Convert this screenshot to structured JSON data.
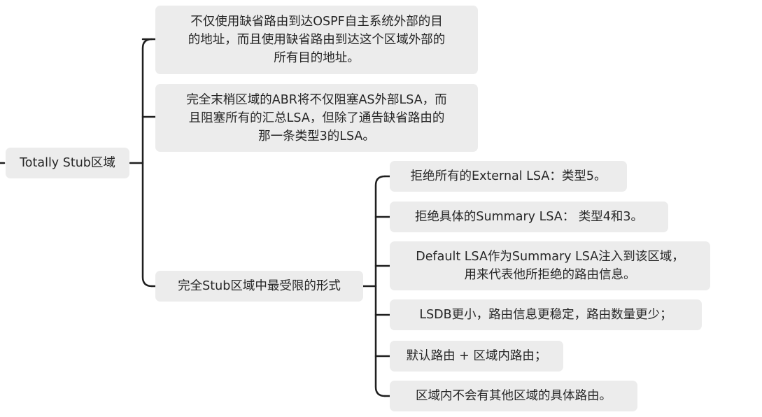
{
  "root": {
    "label": "Totally Stub区域"
  },
  "branches": [
    {
      "lines": [
        "不仅使用缺省路由到达OSPF自主系统外部的目",
        "的地址，而且使用缺省路由到达这个区域外部的",
        "所有目的地址。"
      ]
    },
    {
      "lines": [
        "完全末梢区域的ABR将不仅阻塞AS外部LSA，而",
        "且阻塞所有的汇总LSA，但除了通告缺省路由的",
        "那一条类型3的LSA。"
      ]
    },
    {
      "label": "完全Stub区域中最受限的形式",
      "children": [
        {
          "lines": [
            "拒绝所有的External LSA：类型5。"
          ]
        },
        {
          "lines": [
            "拒绝具体的Summary LSA： 类型4和3。"
          ]
        },
        {
          "lines": [
            "Default LSA作为Summary LSA注入到该区域，",
            "用来代表他所拒绝的路由信息。"
          ]
        },
        {
          "lines": [
            "LSDB更小，路由信息更稳定，路由数量更少；"
          ]
        },
        {
          "lines": [
            "默认路由 + 区域内路由；"
          ]
        },
        {
          "lines": [
            "区域内不会有其他区域的具体路由。"
          ]
        }
      ]
    }
  ]
}
